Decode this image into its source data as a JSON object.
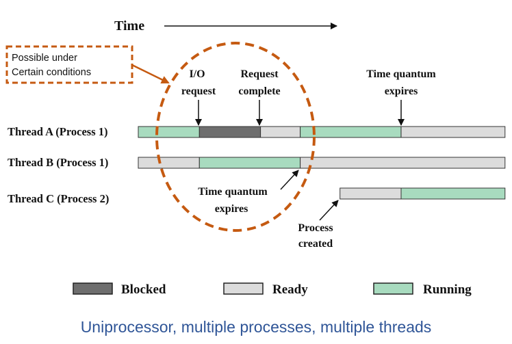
{
  "header": {
    "time_label": "Time"
  },
  "callout": {
    "line1": "Possible under",
    "line2": "Certain conditions"
  },
  "annotations": {
    "io_request": [
      "I/O",
      "request"
    ],
    "request_complete": [
      "Request",
      "complete"
    ],
    "time_quantum_expires_a": [
      "Time quantum",
      "expires"
    ],
    "time_quantum_expires_b": [
      "Time quantum",
      "expires"
    ],
    "process_created": [
      "Process",
      "created"
    ]
  },
  "threads": [
    {
      "label": "Thread A (Process 1)",
      "segments": [
        {
          "state": "running",
          "start": 0,
          "end": 1
        },
        {
          "state": "blocked",
          "start": 1,
          "end": 2
        },
        {
          "state": "ready",
          "start": 2,
          "end": 2.65
        },
        {
          "state": "running",
          "start": 2.65,
          "end": 4.3
        },
        {
          "state": "ready",
          "start": 4.3,
          "end": 6
        }
      ]
    },
    {
      "label": "Thread B (Process 1)",
      "segments": [
        {
          "state": "ready",
          "start": 0,
          "end": 1
        },
        {
          "state": "running",
          "start": 1,
          "end": 2.65
        },
        {
          "state": "ready",
          "start": 2.65,
          "end": 6
        }
      ]
    },
    {
      "label": "Thread C (Process 2)",
      "segments": [
        {
          "state": "ready",
          "start": 3.3,
          "end": 4.3
        },
        {
          "state": "running",
          "start": 4.3,
          "end": 6
        }
      ]
    }
  ],
  "legend": [
    {
      "state": "blocked",
      "label": "Blocked"
    },
    {
      "state": "ready",
      "label": "Ready"
    },
    {
      "state": "running",
      "label": "Running"
    }
  ],
  "colors": {
    "blocked": "#6e6e6e",
    "ready": "#dcdcdc",
    "running": "#a8dbbf",
    "callout": "#c55a11",
    "caption": "#2f5597"
  },
  "caption": "Uniprocessor, multiple processes, multiple threads"
}
